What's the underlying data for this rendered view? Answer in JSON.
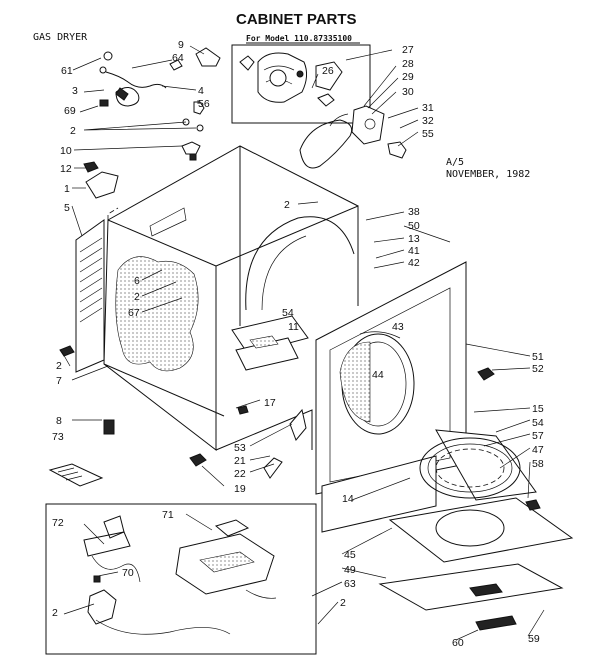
{
  "diagram": {
    "title": "CABINET PARTS",
    "model_line": "For Model 110.87335100",
    "product": "GAS DRYER",
    "doc_code": "A/5",
    "doc_date": "NOVEMBER, 1982"
  },
  "callouts": [
    {
      "id": "c61",
      "label": "61"
    },
    {
      "id": "c9",
      "label": "9"
    },
    {
      "id": "c64",
      "label": "64"
    },
    {
      "id": "c3",
      "label": "3"
    },
    {
      "id": "c4",
      "label": "4"
    },
    {
      "id": "c69",
      "label": "69"
    },
    {
      "id": "c56",
      "label": "56"
    },
    {
      "id": "c2a",
      "label": "2"
    },
    {
      "id": "c10",
      "label": "10"
    },
    {
      "id": "c12",
      "label": "12"
    },
    {
      "id": "c1",
      "label": "1"
    },
    {
      "id": "c5",
      "label": "5"
    },
    {
      "id": "c27",
      "label": "27"
    },
    {
      "id": "c26",
      "label": "26"
    },
    {
      "id": "c28",
      "label": "28"
    },
    {
      "id": "c29",
      "label": "29"
    },
    {
      "id": "c30",
      "label": "30"
    },
    {
      "id": "c31",
      "label": "31"
    },
    {
      "id": "c32",
      "label": "32"
    },
    {
      "id": "c55",
      "label": "55"
    },
    {
      "id": "c2b",
      "label": "2"
    },
    {
      "id": "c38",
      "label": "38"
    },
    {
      "id": "c50",
      "label": "50"
    },
    {
      "id": "c13",
      "label": "13"
    },
    {
      "id": "c41",
      "label": "41"
    },
    {
      "id": "c42",
      "label": "42"
    },
    {
      "id": "c6",
      "label": "6"
    },
    {
      "id": "c2c",
      "label": "2"
    },
    {
      "id": "c67",
      "label": "67"
    },
    {
      "id": "c54a",
      "label": "54"
    },
    {
      "id": "c11",
      "label": "11"
    },
    {
      "id": "c43",
      "label": "43"
    },
    {
      "id": "c44",
      "label": "44"
    },
    {
      "id": "c51",
      "label": "51"
    },
    {
      "id": "c52",
      "label": "52"
    },
    {
      "id": "c2d",
      "label": "2"
    },
    {
      "id": "c7",
      "label": "7"
    },
    {
      "id": "c8",
      "label": "8"
    },
    {
      "id": "c73",
      "label": "73"
    },
    {
      "id": "c17",
      "label": "17"
    },
    {
      "id": "c15",
      "label": "15"
    },
    {
      "id": "c54b",
      "label": "54"
    },
    {
      "id": "c57",
      "label": "57"
    },
    {
      "id": "c47",
      "label": "47"
    },
    {
      "id": "c58",
      "label": "58"
    },
    {
      "id": "c53",
      "label": "53"
    },
    {
      "id": "c21",
      "label": "21"
    },
    {
      "id": "c22",
      "label": "22"
    },
    {
      "id": "c19",
      "label": "19"
    },
    {
      "id": "c14",
      "label": "14"
    },
    {
      "id": "c72",
      "label": "72"
    },
    {
      "id": "c71",
      "label": "71"
    },
    {
      "id": "c70",
      "label": "70"
    },
    {
      "id": "c2e",
      "label": "2"
    },
    {
      "id": "c45",
      "label": "45"
    },
    {
      "id": "c49",
      "label": "49"
    },
    {
      "id": "c63",
      "label": "63"
    },
    {
      "id": "c2f",
      "label": "2"
    },
    {
      "id": "c60",
      "label": "60"
    },
    {
      "id": "c59",
      "label": "59"
    }
  ]
}
